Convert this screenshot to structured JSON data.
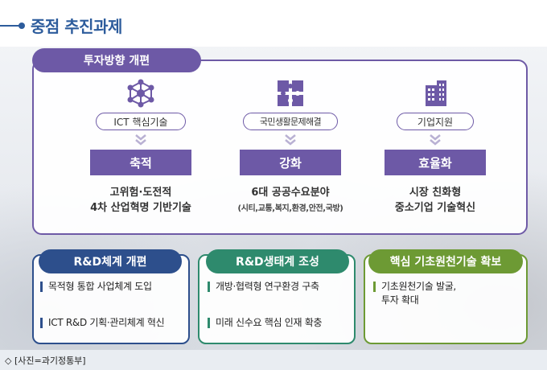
{
  "header": {
    "title": "중점 추진과제"
  },
  "top": {
    "pill": "투자방향 개편",
    "columns": [
      {
        "icon": "network-icon",
        "tag": "ICT 핵심기술",
        "label": "축적",
        "desc1": "고위험·도전적",
        "desc2": "4차 산업혁명 기반기술"
      },
      {
        "icon": "puzzle-icon",
        "tag": "국민생활문제해결",
        "label": "강화",
        "desc1": "6대 공공수요분야",
        "desc2": "(시티,교통,복지,환경,안전,국방)"
      },
      {
        "icon": "building-icon",
        "tag": "기업지원",
        "label": "효율화",
        "desc1": "시장 친화형",
        "desc2": "중소기업 기술혁신"
      }
    ]
  },
  "bottom": [
    {
      "title": "R&D체계 개편",
      "items": [
        "목적형 통합 사업체계 도입",
        "ICT R&D 기획·관리체계 혁신"
      ]
    },
    {
      "title": "R&D생태계 조성",
      "items": [
        "개방·협력형 연구환경 구축",
        "미래 신수요 핵심 인재 확충"
      ]
    },
    {
      "title": "핵심 기초원천기술 확보",
      "items": [
        "기초원천기술 발굴,",
        "투자 확대"
      ]
    }
  ],
  "caption": "◇ [사진=과기정통부]",
  "colors": {
    "purple": "#6d59a6",
    "navy": "#2d4f8c",
    "teal": "#2e8a6d",
    "lime": "#6d9a34",
    "header_blue": "#2d5c9c"
  }
}
